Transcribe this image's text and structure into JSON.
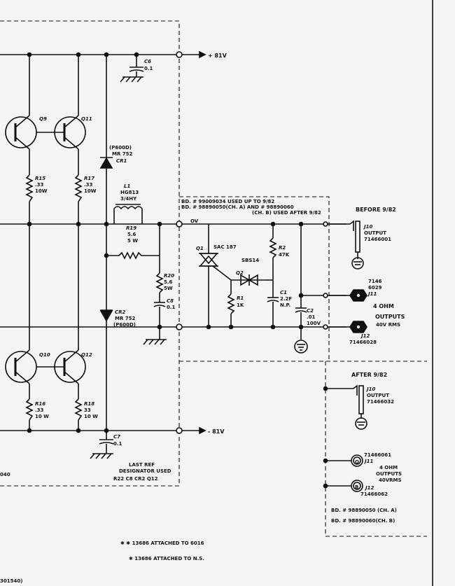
{
  "rails": {
    "pos": "+ 81V",
    "neg": "- 81V",
    "ov": "OV"
  },
  "transistors": {
    "q9": "Q9",
    "q11": "Q11",
    "q10": "Q10",
    "q12": "Q12"
  },
  "components": {
    "c6": {
      "ref": "C6",
      "val": "0.1"
    },
    "c7": {
      "ref": "C7",
      "val": "0.1"
    },
    "c8": {
      "ref": "C8",
      "val": "0.1"
    },
    "cr1": {
      "note": "(P600D)",
      "part": "MR 752",
      "ref": "CR1"
    },
    "cr2": {
      "ref": "CR2",
      "part": "MR 752",
      "note": "(P600D)"
    },
    "r15": {
      "ref": "R15",
      "v1": ".33",
      "v2": "10W"
    },
    "r17": {
      "ref": "R17",
      "v1": ".33",
      "v2": "10W"
    },
    "r16": {
      "ref": "R16",
      "v1": ".33",
      "v2": "10 W"
    },
    "r18": {
      "ref": "R18",
      "v1": "33",
      "v2": "10 W"
    },
    "l1": {
      "ref": "L1",
      "part": "HG813",
      "val": "3/4HY"
    },
    "r19": {
      "ref": "R19",
      "v1": "5.6",
      "v2": "5 W"
    },
    "r20": {
      "ref": "R20",
      "v1": "5.6",
      "v2": "5W"
    },
    "q1": {
      "ref": "Q1",
      "part": "SAC 187"
    },
    "q2": {
      "ref": "Q2",
      "part": "SBS14"
    },
    "r2": {
      "ref": "R2",
      "val": "47K"
    },
    "r1": {
      "ref": "R1",
      "val": "1K"
    },
    "c1": {
      "ref": "C1",
      "v1": "2.2F",
      "v2": "N.P."
    },
    "c2": {
      "ref": "C2",
      "v1": ".01",
      "v2": "100V"
    }
  },
  "board_note": {
    "line1": "BD. # 99009034 USED UP TO 9/82",
    "line2": "BD. # 98890050(CH. A) AND # 98890060",
    "line3": "(CH. B) USED AFTER 9/82"
  },
  "before": {
    "header": "BEFORE 9/82",
    "j10_ref": "J10",
    "j10_label": "OUTPUT",
    "j10_part": "71466001",
    "j11_part1": "7146",
    "j11_part2": "6029",
    "j11_ref": "J11",
    "outputs1": "4 OHM",
    "outputs2": "OUTPUTS",
    "outputs3": "40V RMS",
    "j12_ref": "J12",
    "j12_part": "71466028"
  },
  "after": {
    "header": "AFTER 9/82",
    "j10_ref": "J10",
    "j10_label": "OUTPUT",
    "j10_part": "71466032",
    "j11_part": "71466061",
    "j11_ref": "J11",
    "outputs1": "4 OHM",
    "outputs2": "OUTPUTS",
    "outputs3": "40VRMS",
    "j12_ref": "J12",
    "j12_part": "71466062",
    "bd_a": "BD. # 98890050 (CH. A)",
    "bd_b": "BD. # 98890060(CH. B)",
    "jack_q": "Q",
    "jack_b": "B"
  },
  "last_ref": {
    "line1": "LAST REF",
    "line2": "DESIGNATOR USED",
    "line3": "R22  C8  CR2  Q12"
  },
  "footnotes": {
    "star1": "✱  ✱  13686 ATTACHED TO 6016",
    "star2": "✱  13686 ATTACHED TO N.S."
  },
  "edge_labels": {
    "left": "040",
    "bottom": "301540)"
  }
}
